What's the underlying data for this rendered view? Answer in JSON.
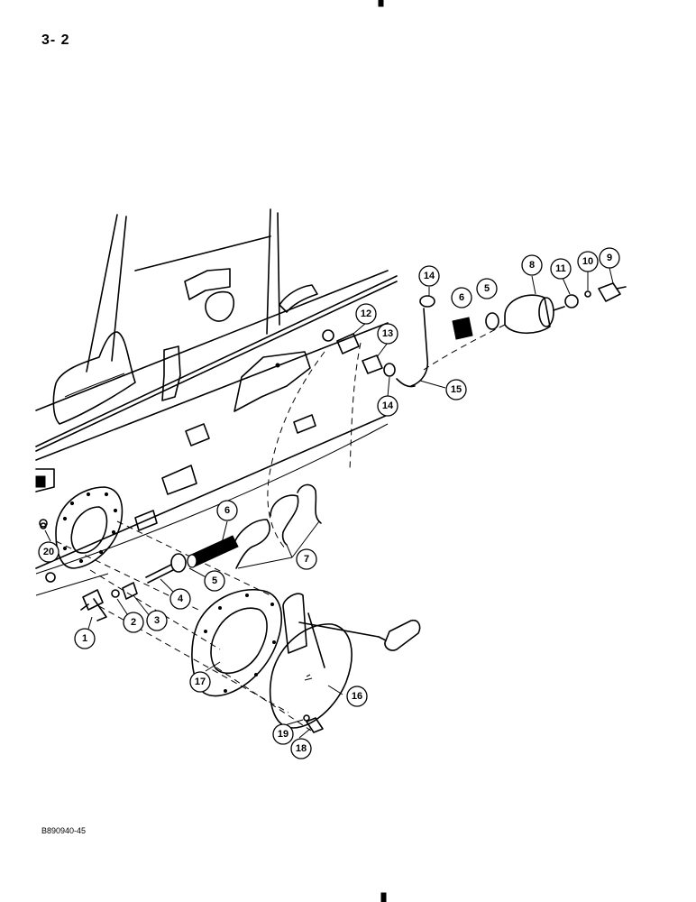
{
  "page": {
    "number": "3- 2",
    "figure_code": "B890940-45"
  },
  "callouts": [
    {
      "label": "1"
    },
    {
      "label": "2"
    },
    {
      "label": "3"
    },
    {
      "label": "4"
    },
    {
      "label": "5"
    },
    {
      "label": "5"
    },
    {
      "label": "6"
    },
    {
      "label": "6"
    },
    {
      "label": "7"
    },
    {
      "label": "8"
    },
    {
      "label": "9"
    },
    {
      "label": "10"
    },
    {
      "label": "11"
    },
    {
      "label": "12"
    },
    {
      "label": "13"
    },
    {
      "label": "14"
    },
    {
      "label": "14"
    },
    {
      "label": "15"
    },
    {
      "label": "16"
    },
    {
      "label": "17"
    },
    {
      "label": "18"
    },
    {
      "label": "19"
    },
    {
      "label": "20"
    }
  ]
}
